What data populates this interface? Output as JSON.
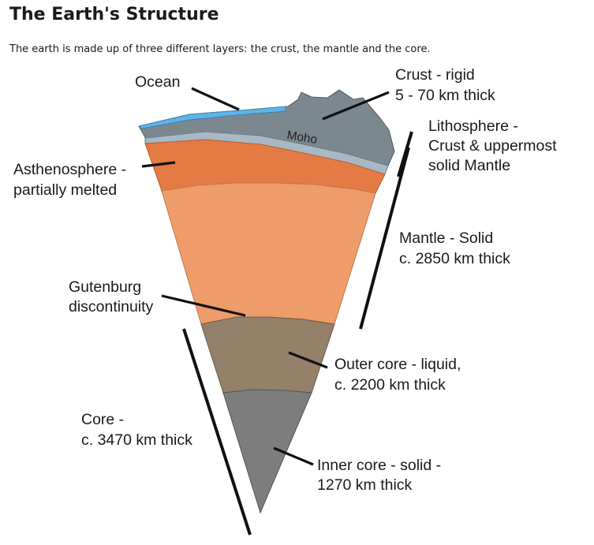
{
  "header": {
    "title": "The Earth's Structure",
    "subtitle": "The earth is made up of three different layers: the crust, the mantle and the core."
  },
  "labels": {
    "ocean": "Ocean",
    "crust": [
      "Crust - rigid",
      "5 - 70 km thick"
    ],
    "moho": "Moho",
    "lithosphere": [
      "Lithosphere -",
      "Crust & uppermost",
      "solid Mantle"
    ],
    "asthenosphere": [
      "Asthenosphere -",
      "partially melted"
    ],
    "mantle": [
      "Mantle - Solid",
      "c. 2850 km thick"
    ],
    "gutenberg": [
      "Gutenburg",
      "discontinuity"
    ],
    "outer_core": [
      "Outer core - liquid,",
      "c. 2200 km thick"
    ],
    "core": [
      "Core -",
      "c. 3470 km thick"
    ],
    "inner_core": [
      "Inner core - solid -",
      "1270 km thick"
    ]
  },
  "colors": {
    "ocean": "#5fb4e8",
    "crust": "#7c8890",
    "moho_band": "#a8b8c4",
    "asthenosphere": "#e57b44",
    "mantle": "#ee9c69",
    "outer_core": "#958069",
    "inner_core": "#7d7d7d",
    "line": "#111111"
  }
}
